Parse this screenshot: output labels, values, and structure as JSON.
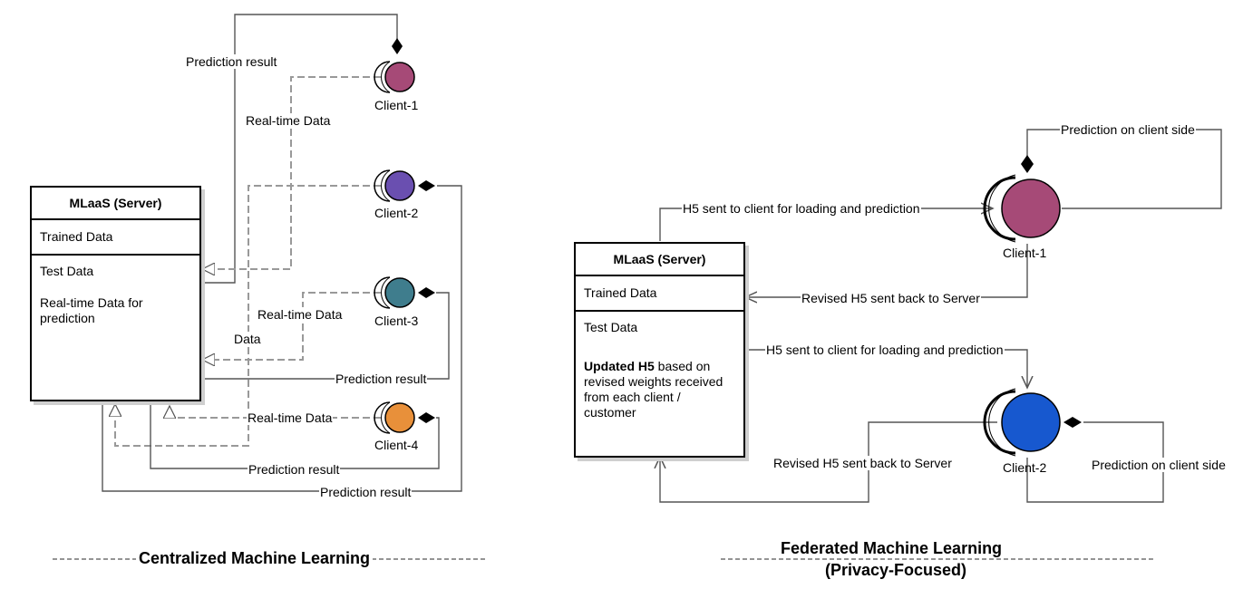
{
  "centralized": {
    "server": {
      "title": "MLaaS (Server)",
      "trained": "Trained Data",
      "test": "Test Data",
      "realtime": "Real-time Data for prediction"
    },
    "clients": [
      "Client-1",
      "Client-2",
      "Client-3",
      "Client-4"
    ],
    "client_colors": [
      "#a64a77",
      "#6a4fb0",
      "#3f7d8d",
      "#e8903a"
    ],
    "labels": {
      "pred_result_1": "Prediction result",
      "realtime_1": "Real-time Data",
      "realtime_3": "Real-time Data",
      "data_2": "Data",
      "pred_result_3": "Prediction result",
      "realtime_4": "Real-time Data",
      "pred_result_4": "Prediction result",
      "pred_result_2": "Prediction result"
    },
    "title": "Centralized Machine Learning"
  },
  "federated": {
    "server": {
      "title": "MLaaS (Server)",
      "trained": "Trained Data",
      "test": "Test Data",
      "updated_bold": "Updated H5",
      "updated_rest": " based on revised weights received from each client / customer"
    },
    "clients": [
      "Client-1",
      "Client-2"
    ],
    "client_colors": [
      "#a64a77",
      "#1758cf"
    ],
    "labels": {
      "pred_client_1": "Prediction on client side",
      "h5_sent_1": "H5 sent to client for loading and prediction",
      "revised_1": "Revised H5 sent back to Server",
      "h5_sent_2": "H5 sent to client for loading and prediction",
      "revised_2": "Revised H5 sent back to Server",
      "pred_client_2": "Prediction on client side"
    },
    "title_line1": "Federated Machine Learning",
    "title_line2": "(Privacy-Focused)"
  }
}
